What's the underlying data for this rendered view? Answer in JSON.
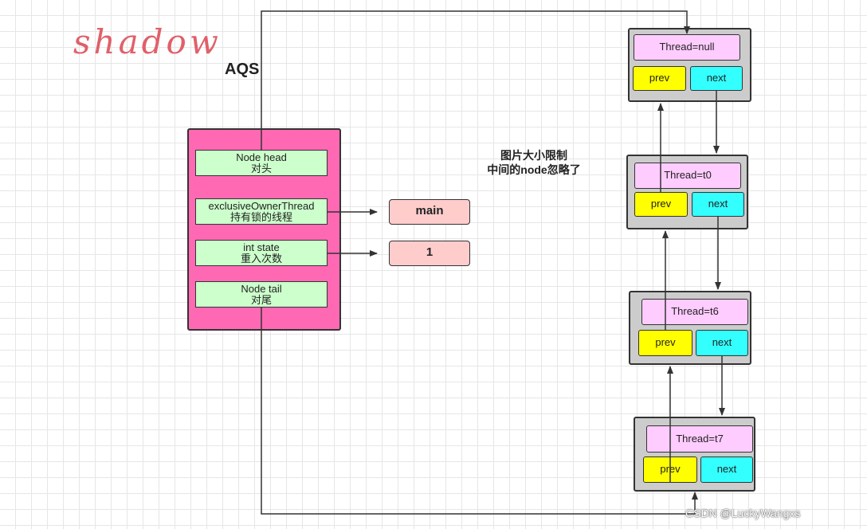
{
  "logo_text": "shadow",
  "aqs": {
    "title": "AQS",
    "head": {
      "line1": "Node head",
      "line2": "对头"
    },
    "owner": {
      "line1": "exclusiveOwnerThread",
      "line2": "持有锁的线程"
    },
    "state": {
      "line1": "int state",
      "line2": "重入次数"
    },
    "tail": {
      "line1": "Node tail",
      "line2": "对尾"
    }
  },
  "values": {
    "owner": "main",
    "state": "1"
  },
  "note": {
    "line1": "图片大小限制",
    "line2": "中间的node忽略了"
  },
  "nodes": [
    {
      "thread": "Thread=null",
      "prev": "prev",
      "next": "next"
    },
    {
      "thread": "Thread=t0",
      "prev": "prev",
      "next": "next"
    },
    {
      "thread": "Thread=t6",
      "prev": "prev",
      "next": "next"
    },
    {
      "thread": "Thread=t7",
      "prev": "prev",
      "next": "next"
    }
  ],
  "watermark": "CSDN @LuckyWangxs",
  "colors": {
    "aqs_box": "#ff69b4",
    "field": "#ccffcc",
    "value": "#ffcccc",
    "node": "#cccccc",
    "thread": "#ffccff",
    "prev": "#ffff00",
    "next": "#33ffff"
  }
}
